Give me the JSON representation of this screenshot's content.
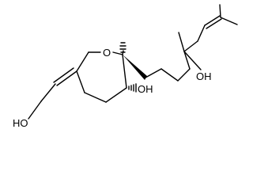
{
  "molecule": {
    "atom_labels": {
      "ring_oxygen": "O",
      "ring_hydroxyl": "OH",
      "chain_hydroxyl": "OH",
      "allylic_hydroxyl": "HO"
    }
  }
}
